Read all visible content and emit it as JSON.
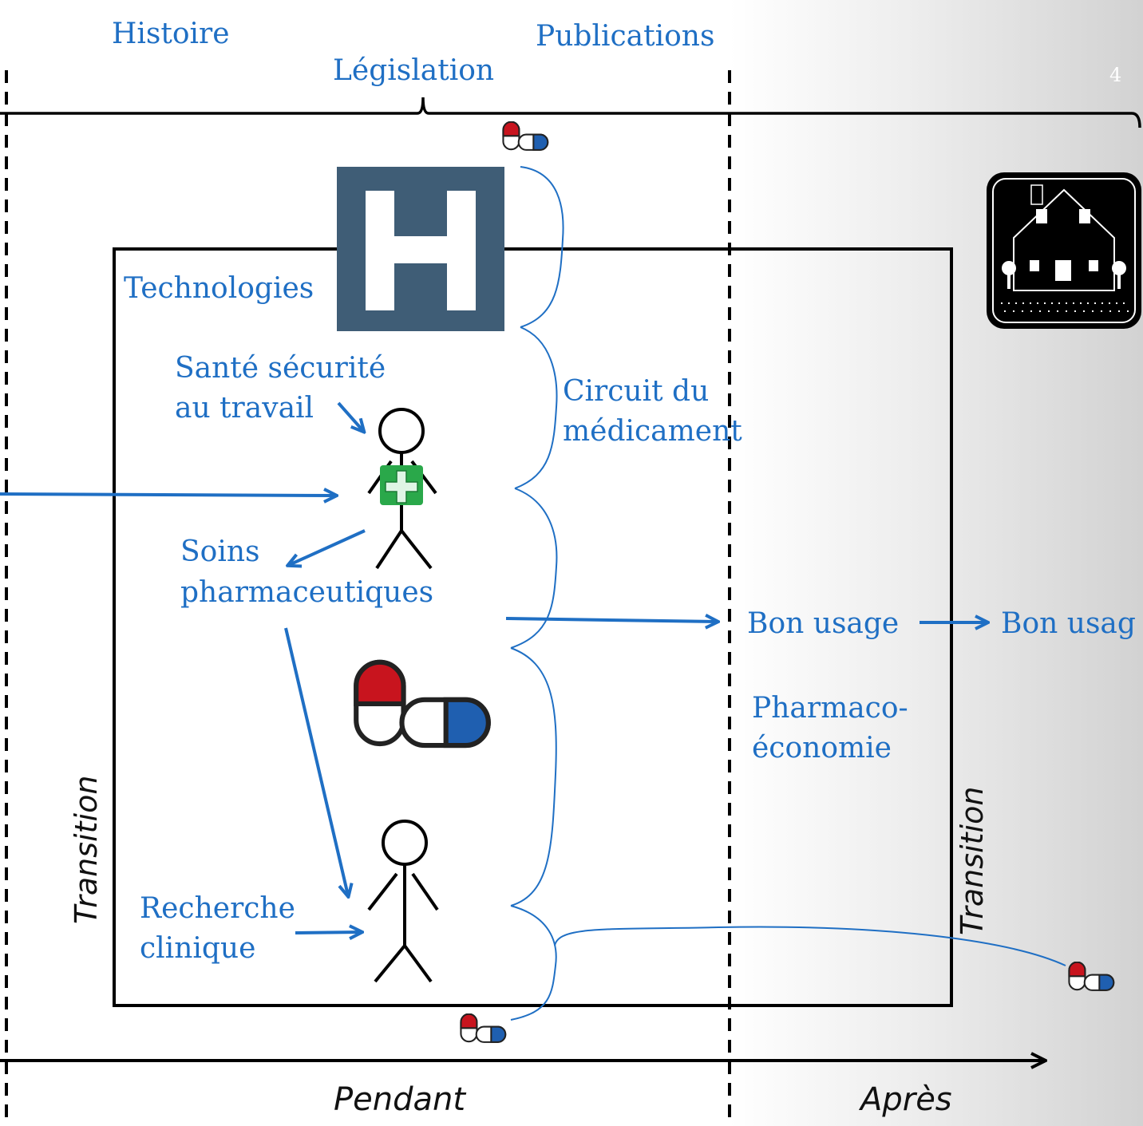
{
  "header": {
    "histoire": "Histoire",
    "publications": "Publications",
    "legislation": "Législation",
    "slide_number": "4"
  },
  "labels": {
    "technologies": "Technologies",
    "sante_line1": "Santé sécurité",
    "sante_line2": "au travail",
    "circuit_line1": "Circuit du",
    "circuit_line2": "médicament",
    "soins_line1": "Soins",
    "soins_line2": "pharmaceutiques",
    "bon_usage": "Bon usage",
    "bon_usage_2": "Bon usag",
    "pharmaco_line1": "Pharmaco-",
    "pharmaco_line2": "économie",
    "recherche_line1": "Recherche",
    "recherche_line2": "clinique",
    "transition_left": "Transition",
    "transition_right": "Transition"
  },
  "timeline": {
    "pendant": "Pendant",
    "apres": "Après"
  },
  "icons": {
    "hospital": "hospital-h-sign",
    "house": "house-icon",
    "capsule": "capsule-icon",
    "person": "stick-figure-icon",
    "pharmacy_cross": "pharmacy-cross-icon"
  },
  "colors": {
    "accent_blue": "#1f6fc4",
    "hospital_bg": "#3f5d76",
    "pharmacy_green": "#2aa84a",
    "capsule_red": "#c8141e",
    "capsule_blue": "#1f5fb0"
  }
}
